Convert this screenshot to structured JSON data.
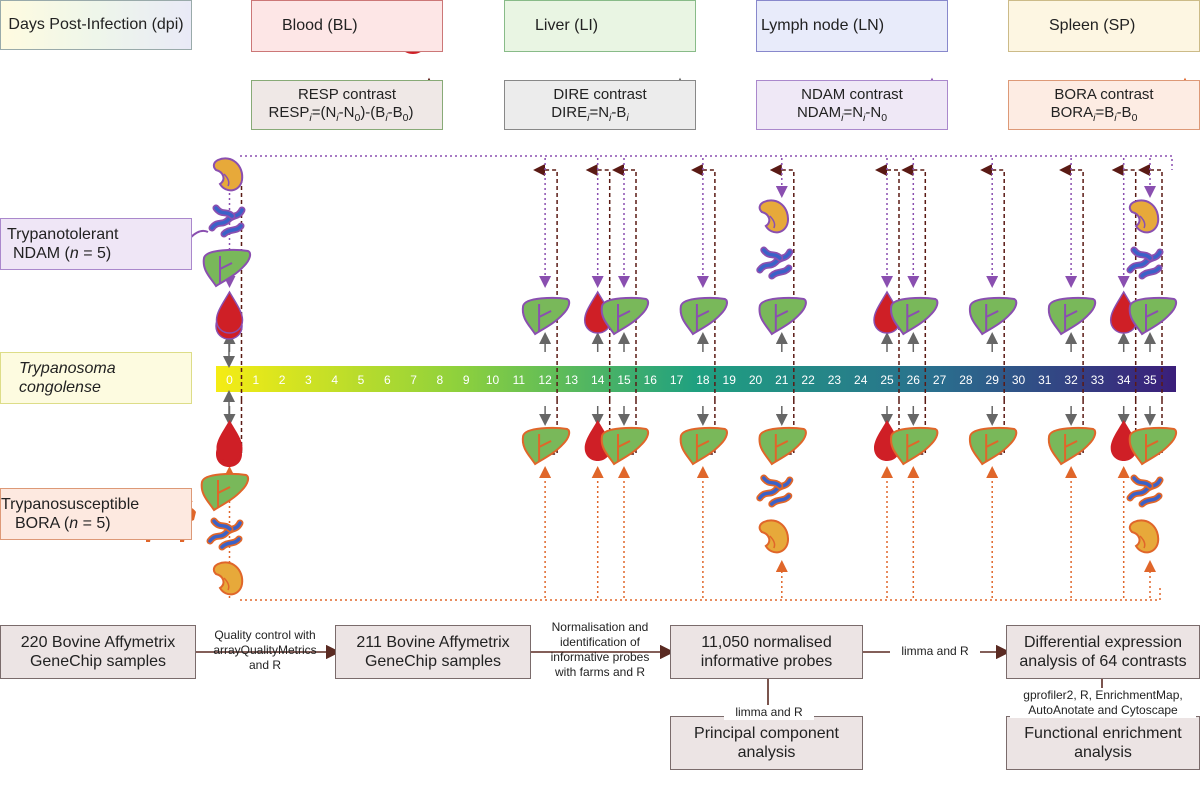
{
  "header": {
    "dpi": "Days Post-Infection (dpi)",
    "blood": "Blood (BL)",
    "liver": "Liver (LI)",
    "lymph": "Lymph node (LN)",
    "spleen": "Spleen (SP)"
  },
  "contrasts": {
    "resp": {
      "title": "RESP contrast",
      "formula_a": "RESP",
      "formula_b": "=(N",
      "formula_c": "-N",
      "formula_d": ")-(B",
      "formula_e": "-B",
      "formula_f": ")",
      "sub_i": "i",
      "sub_0": "0"
    },
    "dire": {
      "title": "DIRE contrast",
      "formula": "DIRE",
      "eq": "=N",
      "minus": "-B",
      "sub_i": "i"
    },
    "ndam": {
      "title": "NDAM contrast",
      "formula": "NDAM",
      "eq": "=N",
      "minus": "-N",
      "sub_i": "i",
      "sub_0": "0"
    },
    "bora": {
      "title": "BORA contrast",
      "formula": "BORA",
      "eq": "=B",
      "minus": "-B",
      "sub_i": "i",
      "sub_0": "0"
    }
  },
  "breeds": {
    "ndam_line1": "Trypanotolerant",
    "ndam_line2": "NDAM (",
    "ndam_n": "n",
    "ndam_count": " = 5)",
    "bora_line1": "Trypanosusceptible",
    "bora_line2": "BORA (",
    "bora_n": "n",
    "bora_count": " = 5)",
    "parasite_line1": "Trypanosoma",
    "parasite_line2": "congolense"
  },
  "timeline": {
    "days": [
      "0",
      "1",
      "2",
      "3",
      "4",
      "5",
      "6",
      "7",
      "8",
      "9",
      "10",
      "11",
      "12",
      "13",
      "14",
      "15",
      "16",
      "17",
      "18",
      "19",
      "20",
      "21",
      "22",
      "23",
      "24",
      "25",
      "26",
      "27",
      "28",
      "29",
      "30",
      "31",
      "32",
      "33",
      "34",
      "35"
    ],
    "blood_days": [
      "0",
      "14",
      "25",
      "34"
    ],
    "liver_days": [
      "12",
      "15",
      "18",
      "21",
      "26",
      "29",
      "32",
      "35"
    ],
    "ln_sp_days": [
      "21",
      "35"
    ]
  },
  "workflow": {
    "step1": "220 Bovine Affymetrix GeneChip samples",
    "step1_a": "220 Bovine Affymetrix",
    "step1_b": "GeneChip samples",
    "step2_a": "211 Bovine Affymetrix",
    "step2_b": "GeneChip samples",
    "step3_a": "11,050 normalised",
    "step3_b": "informative probes",
    "step4_a": "Differential expression",
    "step4_b": "analysis of 64 contrasts",
    "step5_a": "Principal component",
    "step5_b": "analysis",
    "step6_a": "Functional enrichment",
    "step6_b": "analysis",
    "arrow1_a": "Quality control with",
    "arrow1_b": "arrayQualityMetrics",
    "arrow1_c": "and R",
    "arrow2_a": "Normalisation and",
    "arrow2_b": "identification of",
    "arrow2_c": "informative probes",
    "arrow2_d": "with farms and R",
    "arrow3": "limma and R",
    "arrow4": "limma and R",
    "arrow5_a": "gprofiler2, R, EnrichmentMap,",
    "arrow5_b": "AutoAnotate and Cytoscape"
  },
  "colors": {
    "ndam": "#8a4fb0",
    "bora": "#e0662a",
    "blood": "#cf1f26",
    "liver": "#79b85a",
    "lymph": "#3a62c8",
    "spleen": "#e7a93a",
    "resp": "#5a1a14"
  }
}
